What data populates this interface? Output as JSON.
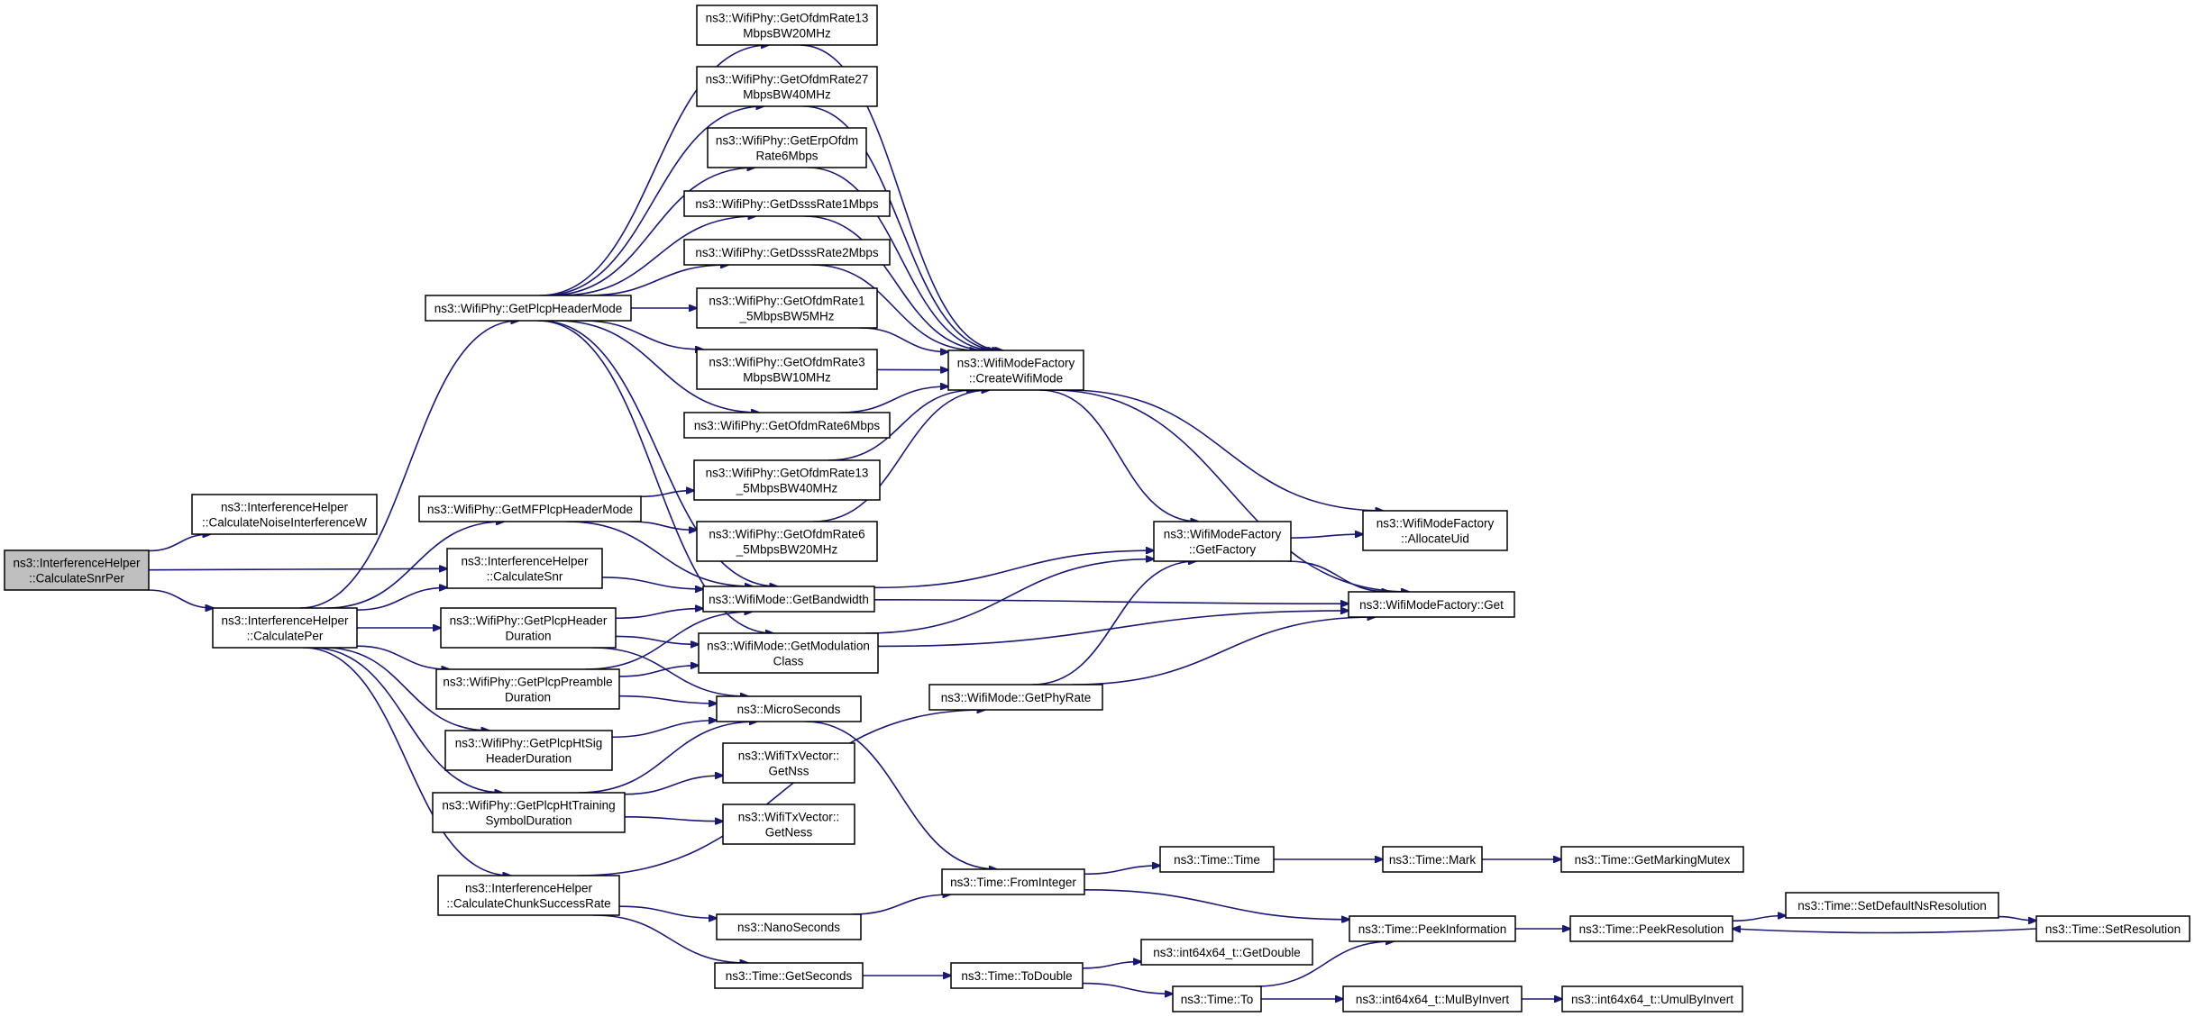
{
  "nodes": [
    {
      "id": "calcSnrPer",
      "lines": [
        "ns3::InterferenceHelper",
        "::CalculateSnrPer"
      ],
      "root": true
    },
    {
      "id": "calcNoise",
      "lines": [
        "ns3::InterferenceHelper",
        "::CalculateNoiseInterferenceW"
      ]
    },
    {
      "id": "calcSnr",
      "lines": [
        "ns3::InterferenceHelper",
        "::CalculateSnr"
      ]
    },
    {
      "id": "calcPer",
      "lines": [
        "ns3::InterferenceHelper",
        "::CalculatePer"
      ]
    },
    {
      "id": "getPlcpHeaderMode",
      "lines": [
        "ns3::WifiPhy::GetPlcpHeaderMode"
      ]
    },
    {
      "id": "getMFPlcpHeaderMode",
      "lines": [
        "ns3::WifiPhy::GetMFPlcpHeaderMode"
      ]
    },
    {
      "id": "getPlcpHeaderDuration",
      "lines": [
        "ns3::WifiPhy::GetPlcpHeader",
        "Duration"
      ]
    },
    {
      "id": "getPlcpPreambleDuration",
      "lines": [
        "ns3::WifiPhy::GetPlcpPreamble",
        "Duration"
      ]
    },
    {
      "id": "getPlcpHtSigHeaderDuration",
      "lines": [
        "ns3::WifiPhy::GetPlcpHtSig",
        "HeaderDuration"
      ]
    },
    {
      "id": "getPlcpHtTrainingSymbolDuration",
      "lines": [
        "ns3::WifiPhy::GetPlcpHtTraining",
        "SymbolDuration"
      ]
    },
    {
      "id": "calcChunkSuccessRate",
      "lines": [
        "ns3::InterferenceHelper",
        "::CalculateChunkSuccessRate"
      ]
    },
    {
      "id": "ofdm13bw20",
      "lines": [
        "ns3::WifiPhy::GetOfdmRate13",
        "MbpsBW20MHz"
      ]
    },
    {
      "id": "ofdm27bw40",
      "lines": [
        "ns3::WifiPhy::GetOfdmRate27",
        "MbpsBW40MHz"
      ]
    },
    {
      "id": "erpOfdm6",
      "lines": [
        "ns3::WifiPhy::GetErpOfdm",
        "Rate6Mbps"
      ]
    },
    {
      "id": "dsss1",
      "lines": [
        "ns3::WifiPhy::GetDsssRate1Mbps"
      ]
    },
    {
      "id": "dsss2",
      "lines": [
        "ns3::WifiPhy::GetDsssRate2Mbps"
      ]
    },
    {
      "id": "ofdm1_5bw5",
      "lines": [
        "ns3::WifiPhy::GetOfdmRate1",
        "_5MbpsBW5MHz"
      ]
    },
    {
      "id": "ofdm3bw10",
      "lines": [
        "ns3::WifiPhy::GetOfdmRate3",
        "MbpsBW10MHz"
      ]
    },
    {
      "id": "ofdm6",
      "lines": [
        "ns3::WifiPhy::GetOfdmRate6Mbps"
      ]
    },
    {
      "id": "ofdm13_5bw40",
      "lines": [
        "ns3::WifiPhy::GetOfdmRate13",
        "_5MbpsBW40MHz"
      ]
    },
    {
      "id": "ofdm6_5bw20",
      "lines": [
        "ns3::WifiPhy::GetOfdmRate6",
        "_5MbpsBW20MHz"
      ]
    },
    {
      "id": "getBandwidth",
      "lines": [
        "ns3::WifiMode::GetBandwidth"
      ]
    },
    {
      "id": "getModulationClass",
      "lines": [
        "ns3::WifiMode::GetModulation",
        "Class"
      ]
    },
    {
      "id": "microSeconds",
      "lines": [
        "ns3::MicroSeconds"
      ]
    },
    {
      "id": "getNss",
      "lines": [
        "ns3::WifiTxVector::",
        "GetNss"
      ]
    },
    {
      "id": "getNess",
      "lines": [
        "ns3::WifiTxVector::",
        "GetNess"
      ]
    },
    {
      "id": "nanoSeconds",
      "lines": [
        "ns3::NanoSeconds"
      ]
    },
    {
      "id": "getSeconds",
      "lines": [
        "ns3::Time::GetSeconds"
      ]
    },
    {
      "id": "createWifiMode",
      "lines": [
        "ns3::WifiModeFactory",
        "::CreateWifiMode"
      ]
    },
    {
      "id": "getPhyRate",
      "lines": [
        "ns3::WifiMode::GetPhyRate"
      ]
    },
    {
      "id": "fromInteger",
      "lines": [
        "ns3::Time::FromInteger"
      ]
    },
    {
      "id": "toDouble",
      "lines": [
        "ns3::Time::ToDouble"
      ]
    },
    {
      "id": "getFactory",
      "lines": [
        "ns3::WifiModeFactory",
        "::GetFactory"
      ]
    },
    {
      "id": "timeTime",
      "lines": [
        "ns3::Time::Time"
      ]
    },
    {
      "id": "int64GetDouble",
      "lines": [
        "ns3::int64x64_t::GetDouble"
      ]
    },
    {
      "id": "timeTo",
      "lines": [
        "ns3::Time::To"
      ]
    },
    {
      "id": "allocateUid",
      "lines": [
        "ns3::WifiModeFactory",
        "::AllocateUid"
      ]
    },
    {
      "id": "factoryGet",
      "lines": [
        "ns3::WifiModeFactory::Get"
      ]
    },
    {
      "id": "timeMark",
      "lines": [
        "ns3::Time::Mark"
      ]
    },
    {
      "id": "peekInformation",
      "lines": [
        "ns3::Time::PeekInformation"
      ]
    },
    {
      "id": "mulByInvert",
      "lines": [
        "ns3::int64x64_t::MulByInvert"
      ]
    },
    {
      "id": "getMarkingMutex",
      "lines": [
        "ns3::Time::GetMarkingMutex"
      ]
    },
    {
      "id": "peekResolution",
      "lines": [
        "ns3::Time::PeekResolution"
      ]
    },
    {
      "id": "umulByInvert",
      "lines": [
        "ns3::int64x64_t::UmulByInvert"
      ]
    },
    {
      "id": "setDefaultNsResolution",
      "lines": [
        "ns3::Time::SetDefaultNsResolution"
      ]
    },
    {
      "id": "setResolution",
      "lines": [
        "ns3::Time::SetResolution"
      ]
    }
  ],
  "edges": [
    [
      "calcSnrPer",
      "calcNoise"
    ],
    [
      "calcSnrPer",
      "calcSnr"
    ],
    [
      "calcSnrPer",
      "calcPer"
    ],
    [
      "calcSnr",
      "getBandwidth"
    ],
    [
      "calcPer",
      "calcSnr"
    ],
    [
      "calcPer",
      "getPlcpHeaderMode"
    ],
    [
      "calcPer",
      "getMFPlcpHeaderMode"
    ],
    [
      "calcPer",
      "getPlcpHeaderDuration"
    ],
    [
      "calcPer",
      "getPlcpPreambleDuration"
    ],
    [
      "calcPer",
      "getPlcpHtSigHeaderDuration"
    ],
    [
      "calcPer",
      "getPlcpHtTrainingSymbolDuration"
    ],
    [
      "calcPer",
      "calcChunkSuccessRate"
    ],
    [
      "getPlcpHeaderMode",
      "ofdm13bw20"
    ],
    [
      "getPlcpHeaderMode",
      "ofdm27bw40"
    ],
    [
      "getPlcpHeaderMode",
      "erpOfdm6"
    ],
    [
      "getPlcpHeaderMode",
      "dsss1"
    ],
    [
      "getPlcpHeaderMode",
      "dsss2"
    ],
    [
      "getPlcpHeaderMode",
      "ofdm1_5bw5"
    ],
    [
      "getPlcpHeaderMode",
      "ofdm3bw10"
    ],
    [
      "getPlcpHeaderMode",
      "ofdm6"
    ],
    [
      "getPlcpHeaderMode",
      "getBandwidth"
    ],
    [
      "getPlcpHeaderMode",
      "getModulationClass"
    ],
    [
      "getMFPlcpHeaderMode",
      "ofdm13_5bw40"
    ],
    [
      "getMFPlcpHeaderMode",
      "ofdm6_5bw20"
    ],
    [
      "getMFPlcpHeaderMode",
      "getBandwidth"
    ],
    [
      "getPlcpHeaderDuration",
      "getBandwidth"
    ],
    [
      "getPlcpHeaderDuration",
      "getModulationClass"
    ],
    [
      "getPlcpHeaderDuration",
      "microSeconds"
    ],
    [
      "getPlcpPreambleDuration",
      "getBandwidth"
    ],
    [
      "getPlcpPreambleDuration",
      "getModulationClass"
    ],
    [
      "getPlcpPreambleDuration",
      "microSeconds"
    ],
    [
      "getPlcpHtSigHeaderDuration",
      "microSeconds"
    ],
    [
      "getPlcpHtTrainingSymbolDuration",
      "microSeconds"
    ],
    [
      "getPlcpHtTrainingSymbolDuration",
      "getNss"
    ],
    [
      "getPlcpHtTrainingSymbolDuration",
      "getNess"
    ],
    [
      "calcChunkSuccessRate",
      "getPhyRate"
    ],
    [
      "calcChunkSuccessRate",
      "nanoSeconds"
    ],
    [
      "calcChunkSuccessRate",
      "getSeconds"
    ],
    [
      "ofdm13bw20",
      "createWifiMode"
    ],
    [
      "ofdm27bw40",
      "createWifiMode"
    ],
    [
      "erpOfdm6",
      "createWifiMode"
    ],
    [
      "dsss1",
      "createWifiMode"
    ],
    [
      "dsss2",
      "createWifiMode"
    ],
    [
      "ofdm1_5bw5",
      "createWifiMode"
    ],
    [
      "ofdm3bw10",
      "createWifiMode"
    ],
    [
      "ofdm6",
      "createWifiMode"
    ],
    [
      "ofdm13_5bw40",
      "createWifiMode"
    ],
    [
      "ofdm6_5bw20",
      "createWifiMode"
    ],
    [
      "createWifiMode",
      "getFactory"
    ],
    [
      "createWifiMode",
      "allocateUid"
    ],
    [
      "createWifiMode",
      "factoryGet"
    ],
    [
      "getBandwidth",
      "getFactory"
    ],
    [
      "getBandwidth",
      "factoryGet"
    ],
    [
      "getModulationClass",
      "getFactory"
    ],
    [
      "getModulationClass",
      "factoryGet"
    ],
    [
      "getPhyRate",
      "getFactory"
    ],
    [
      "getPhyRate",
      "factoryGet"
    ],
    [
      "getFactory",
      "allocateUid"
    ],
    [
      "getFactory",
      "factoryGet"
    ],
    [
      "microSeconds",
      "fromInteger"
    ],
    [
      "nanoSeconds",
      "fromInteger"
    ],
    [
      "fromInteger",
      "timeTime"
    ],
    [
      "fromInteger",
      "peekInformation"
    ],
    [
      "getSeconds",
      "toDouble"
    ],
    [
      "toDouble",
      "int64GetDouble"
    ],
    [
      "toDouble",
      "timeTo"
    ],
    [
      "timeTo",
      "peekInformation"
    ],
    [
      "timeTo",
      "mulByInvert"
    ],
    [
      "timeTime",
      "timeMark"
    ],
    [
      "timeMark",
      "getMarkingMutex"
    ],
    [
      "peekInformation",
      "peekResolution"
    ],
    [
      "mulByInvert",
      "umulByInvert"
    ],
    [
      "peekResolution",
      "setDefaultNsResolution"
    ],
    [
      "setDefaultNsResolution",
      "setResolution"
    ],
    [
      "setResolution",
      "peekResolution"
    ]
  ]
}
